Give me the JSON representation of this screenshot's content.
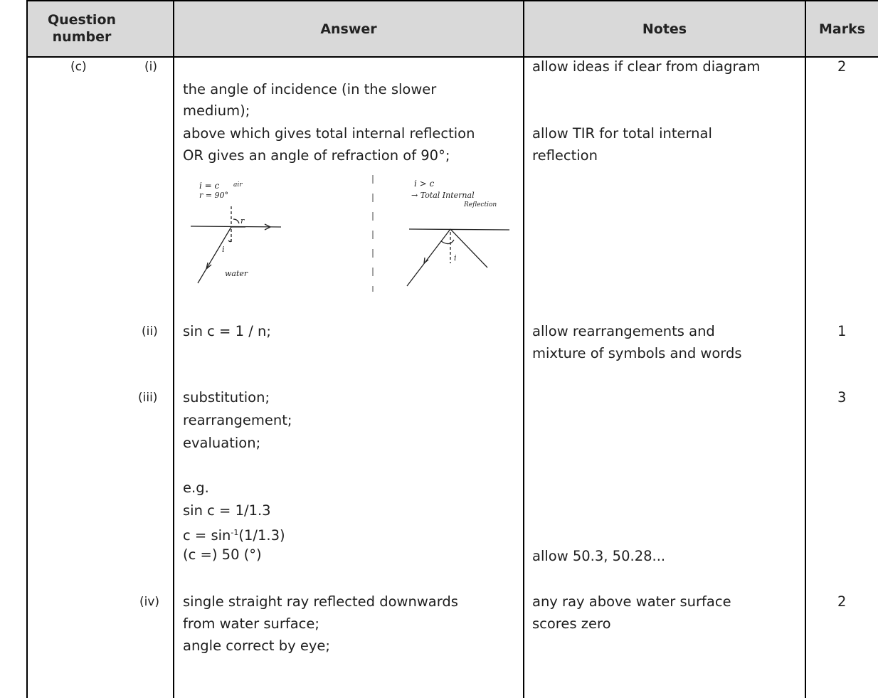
{
  "header": {
    "question_number": "Question number",
    "answer": "Answer",
    "notes": "Notes",
    "marks": "Marks"
  },
  "part": "(c)",
  "rows": [
    {
      "sub": "(i)",
      "answer_lines": [
        "the angle of incidence (in the slower",
        "medium);",
        "above which gives total internal reflection",
        "OR  gives an angle of refraction of 90°;"
      ],
      "notes": [
        "allow ideas if clear from diagram",
        "allow TIR for total internal",
        "reflection"
      ],
      "marks": "2"
    },
    {
      "sub": "(ii)",
      "answer_lines": [
        "sin c = 1 / n;"
      ],
      "notes": [
        "allow rearrangements and",
        "mixture of symbols and words"
      ],
      "marks": "1"
    },
    {
      "sub": "(iii)",
      "answer_lines": [
        "substitution;",
        "rearrangement;",
        "evaluation;",
        "e.g.",
        "sin c = 1/1.3",
        "c = sin",
        "-1",
        "(1/1.3)",
        "(c =) 50 (°)"
      ],
      "notes": [
        "allow 50.3, 50.28..."
      ],
      "marks": "3"
    },
    {
      "sub": "(iv)",
      "answer_lines": [
        "single straight ray reflected downwards",
        "from water surface;",
        "angle correct by eye;"
      ],
      "notes": [
        "any ray above water surface",
        "scores zero"
      ],
      "marks": "2"
    }
  ],
  "diagram": {
    "left_labels": [
      "i = c",
      "r = 90°",
      "air",
      "i",
      "r",
      "water"
    ],
    "right_labels": [
      "i > c",
      "→ Total Internal",
      "Reflection",
      "i"
    ]
  }
}
